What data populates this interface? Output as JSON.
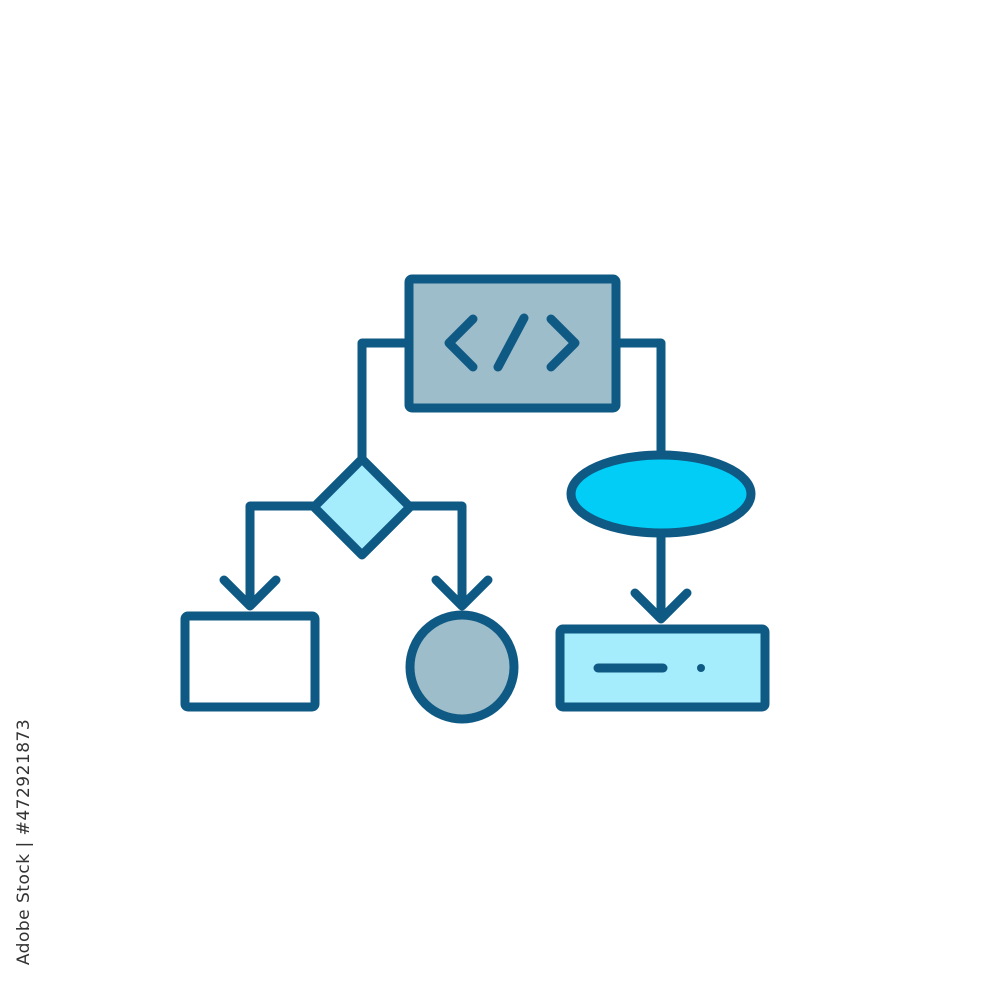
{
  "diagram": {
    "title": "",
    "nodes": [
      {
        "id": "code-block",
        "shape": "rectangle",
        "content": "code-tag-icon"
      },
      {
        "id": "decision",
        "shape": "diamond"
      },
      {
        "id": "process-oval",
        "shape": "ellipse"
      },
      {
        "id": "left-output",
        "shape": "rectangle"
      },
      {
        "id": "middle-output",
        "shape": "circle"
      },
      {
        "id": "right-output",
        "shape": "rectangle",
        "content": "dash-dot-icon"
      }
    ],
    "edges": [
      {
        "from": "code-block",
        "to": "decision",
        "arrow": false
      },
      {
        "from": "code-block",
        "to": "process-oval",
        "arrow": false
      },
      {
        "from": "decision",
        "to": "left-output",
        "arrow": true
      },
      {
        "from": "decision",
        "to": "middle-output",
        "arrow": true
      },
      {
        "from": "process-oval",
        "to": "right-output",
        "arrow": true
      }
    ]
  },
  "colors": {
    "stroke": "#0f5a84",
    "fill_gray_blue": "#9ebdca",
    "fill_light_cyan": "#a5ecfd",
    "fill_bright_cyan": "#01cdf6",
    "fill_white": "#ffffff",
    "background": "#ffffff"
  },
  "watermark": {
    "side_text": "Adobe Stock | #472921873"
  }
}
